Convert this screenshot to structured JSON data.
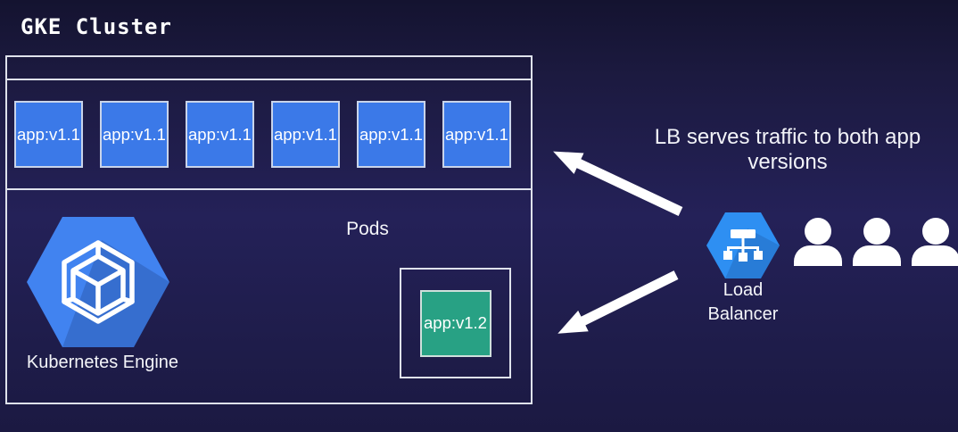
{
  "title": "GKE Cluster",
  "cluster": {
    "pods": [
      "app:v1.1",
      "app:v1.1",
      "app:v1.1",
      "app:v1.1",
      "app:v1.1",
      "app:v1.1"
    ],
    "pods_label": "Pods",
    "engine_label": "Kubernetes Engine",
    "canary_pod_label": "app:v1.2"
  },
  "right_panel": {
    "annotation": "LB serves traffic to both app versions",
    "load_balancer_label": "Load Balancer",
    "users": [
      "user",
      "user",
      "user"
    ]
  },
  "colors": {
    "background_navy": "#232158",
    "pod_v11_blue": "#3b79e8",
    "pod_v12_teal": "#28a184",
    "gke_hexagon_blue": "#4183f0",
    "load_balancer_blue": "#2e8ff2",
    "box_border_light": "#dfe2ec",
    "text_white": "#ffffff"
  }
}
